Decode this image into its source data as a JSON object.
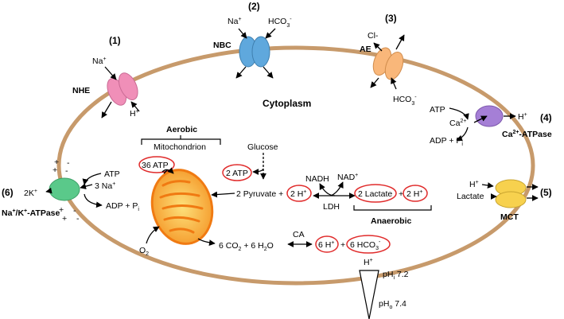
{
  "cell": {
    "cytoplasm": "Cytoplasm",
    "membrane_color": "#c79a6b"
  },
  "transporters": {
    "nhe": {
      "num": "(1)",
      "name": "NHE",
      "na": "Na",
      "na_sup": "+",
      "h": "H",
      "h_sup": "+",
      "color": "#f08fb8"
    },
    "nbc": {
      "num": "(2)",
      "name": "NBC",
      "na": "Na",
      "na_sup": "+",
      "hco": "HCO",
      "hco_sub": "3",
      "hco_sup": "-",
      "color": "#5fa8dd"
    },
    "ae": {
      "num": "(3)",
      "name": "AE",
      "cl": "Cl-",
      "hco": "HCO",
      "hco_sub": "3",
      "hco_sup": "-",
      "color": "#f9b77a"
    },
    "pmca": {
      "num": "(4)",
      "name_a": "Ca",
      "name_sup": "2+",
      "name_b": "-ATPase",
      "atp": "ATP",
      "ca": "Ca",
      "ca_sup": "2+",
      "h": "H",
      "h_sup": "+",
      "adp": "ADP + P",
      "adp_sub": "i",
      "color": "#a57fd6"
    },
    "mct": {
      "num": "(5)",
      "name": "MCT",
      "h": "H",
      "h_sup": "+",
      "lactate": "Lactate",
      "color": "#f7d14e"
    },
    "nka": {
      "num": "(6)",
      "name_a": "Na",
      "name_sup1": "+",
      "name_b": "/K",
      "name_sup2": "+",
      "name_c": "-ATPase",
      "k": "2K",
      "k_sup": "+",
      "atp": "ATP",
      "na": "3 Na",
      "na_sup": "+",
      "adp": "ADP + P",
      "adp_sub": "i",
      "color": "#5ac98a"
    }
  },
  "membrane_charges": [
    "+",
    "-",
    "+",
    "-",
    "+",
    "-",
    "+",
    "-"
  ],
  "metabolism": {
    "aerobic": "Aerobic",
    "mitochondrion": "Mitochondrion",
    "atp36": "36 ATP",
    "glucose": "Glucose",
    "atp2": "2 ATP",
    "pyruvate": "2 Pyruvate +",
    "h2": "2 H",
    "h2_sup": "+",
    "nadh": "NADH",
    "nad": "NAD",
    "nad_sup": "+",
    "ldh": "LDH",
    "lactate2": "2 Lactate",
    "plus": "+",
    "h2b": "2 H",
    "h2b_sup": "+",
    "anaerobic": "Anaerobic",
    "o2": "O",
    "o2_sub": "2",
    "co2_a": "6 CO",
    "co2_sub": "2",
    "co2_b": " + 6 H",
    "h2o_sub": "2",
    "co2_c": "O",
    "ca": "CA",
    "h6": "6 H",
    "h6_sup": "+",
    "plus2": "+",
    "hco6": "6 HCO",
    "hco6_sub": "3",
    "hco6_sup": "-"
  },
  "gradient": {
    "h": "H",
    "h_sup": "+",
    "phi_a": "pH",
    "phi_sub": "i",
    "phi_b": " 7.2",
    "pho_a": "pH",
    "pho_sub": "o",
    "pho_b": " 7.4"
  }
}
